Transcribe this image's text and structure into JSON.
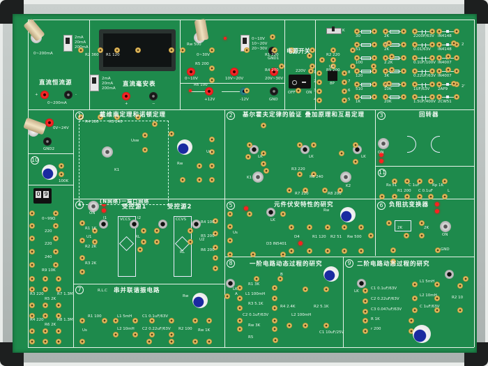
{
  "current_source": {
    "title": "直流恒流源",
    "knob_range": "0~200mA",
    "ranges": [
      "2mA",
      "20mA",
      "200mA"
    ],
    "output_label": "0~200mA",
    "plus": "+",
    "minus": "-"
  },
  "ammeter": {
    "title": "直流毫安表",
    "ranges": [
      "2mA",
      "20mA",
      "200mA"
    ],
    "plus": "+",
    "minus": "−"
  },
  "voltage_source": {
    "knob_range": "0~30V",
    "ranges": [
      "0~10V",
      "10~20V",
      "20~30V"
    ],
    "gnd1": "GND1",
    "outputs": [
      "0~10V",
      "10V~20V",
      "20V~30V"
    ],
    "plus12": "+12V",
    "minus12": "-12V",
    "gnd": "GND"
  },
  "power": {
    "title": "电源开关",
    "voltage": "220V",
    "off": "OFF",
    "on": "ON"
  },
  "library": {
    "switch": "K",
    "ic": "U1",
    "ic_pins": "8P",
    "pins": [
      "1",
      "2",
      "3",
      "4",
      "5",
      "6",
      "7",
      "8"
    ],
    "resistors1": [
      "30",
      "51",
      "100",
      "120",
      "510",
      "1K"
    ],
    "resistors2": [
      "2K",
      "2K",
      "2.2K",
      "3K",
      "10K",
      "20K"
    ],
    "capacitors": [
      "2200P/63V",
      "0.01/63V",
      "0.1UF/100V",
      "0.22UF/63V",
      "1UF/63V",
      "1.5UF/400V"
    ],
    "diodes": [
      "IN4148",
      "IN4148",
      "IN4007",
      "IN4007",
      "2AP9",
      "2CW51"
    ]
  },
  "left": {
    "supply": "0V~24V",
    "gnd2": "GND2",
    "num": "10",
    "pot": "100K",
    "thumbwheel": [
      "0",
      "9"
    ],
    "parts": [
      "0~99Ω",
      "220",
      "220",
      "240",
      "R9 10K"
    ],
    "grid": [
      "R3 220",
      "R5 2K",
      "R7 1.3M",
      "R4 220",
      "R6 2K",
      "R8 1.3M"
    ]
  },
  "s1": {
    "num": "1",
    "title": "戴维南定理和诺顿定理",
    "subtitle": "(N网络)一端口网络",
    "labels": [
      "R2 360",
      "R1 120",
      "R4 180",
      "R3 240",
      "Usw",
      "K1",
      "Rw 500",
      "R5 200",
      "R6 100",
      "Rw",
      "Us"
    ]
  },
  "s2": {
    "num": "2",
    "title": "基尔霍夫定律的验证   叠加原理和互易定理",
    "labels": [
      "R1 220",
      "R4 270",
      "R2 220",
      "R5 200",
      "R3 220",
      "R6 240",
      "R7 220",
      "R8 200",
      "K1",
      "K2",
      "LK",
      "LK",
      "LK"
    ]
  },
  "s3": {
    "num": "3",
    "title": "回转器",
    "labels": [
      "1",
      "1'",
      "2",
      "2'",
      "ON"
    ]
  },
  "s11": {
    "num": "11",
    "labels": [
      "Rs 51",
      "R1 200",
      "C 1uF",
      "C 0.1uF",
      "Rp 1K",
      "L"
    ]
  },
  "s4": {
    "num": "4",
    "title1": "受控源1",
    "title2": "受控源2",
    "labels": [
      "VCCS",
      "CCVS",
      "R1 1K",
      "R2 2K",
      "R3 2K",
      "R4 100",
      "R5 200",
      "R6 200",
      "ON",
      "I1",
      "I2",
      "U1",
      "U2",
      "RL",
      "RL"
    ]
  },
  "s5": {
    "num": "5",
    "title": "元件伏安特性的研究",
    "labels": [
      "D3 IN5401",
      "D4",
      "R1 120",
      "R2 51",
      "Rw 500",
      "LK",
      "Us",
      "Rw"
    ]
  },
  "s6": {
    "num": "6",
    "title": "负阻抗变换器",
    "labels": [
      "2K",
      "2K",
      "ON",
      "GND"
    ]
  },
  "s7": {
    "num": "7",
    "prefix": "R.L.C",
    "title": "串并联谐振电路",
    "labels": [
      "R1 100",
      "L1 5mH",
      "L2 10mH",
      "C1 0.1uF/63V",
      "C2 0.22uF/63V",
      "R2 100",
      "Rw 1K",
      "Us",
      "Rw"
    ]
  },
  "s8": {
    "num": "8",
    "title": "一阶电路动态过程的研究",
    "labels": [
      "R1 3K",
      "L1 100mH",
      "R3 5.1K",
      "C2 0.1uF/63V",
      "Rw 3K",
      "R5",
      "R4 2.4K",
      "L2 100mH",
      "R2 5.1K",
      "C1 10uF/25V",
      "A",
      "B",
      "LK"
    ]
  },
  "s9": {
    "num": "9",
    "title": "二阶电路动态过程的研究",
    "labels": [
      "C1 0.1uF/63V",
      "C2 0.22uF/63V",
      "C3 0.047uF/63V",
      "R 1K",
      "r 200",
      "L1 5mH",
      "L2 10mH",
      "C 1uF/63V",
      "R2 10",
      "LK"
    ]
  }
}
